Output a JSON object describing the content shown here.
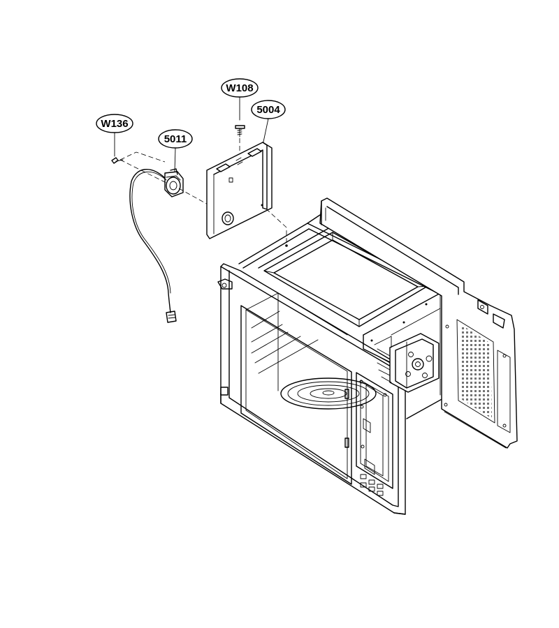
{
  "callouts": {
    "w108": "W108",
    "w5004": "5004",
    "w136": "W136",
    "w5011": "5011"
  },
  "colors": {
    "line": "#000000",
    "background": "#ffffff"
  }
}
